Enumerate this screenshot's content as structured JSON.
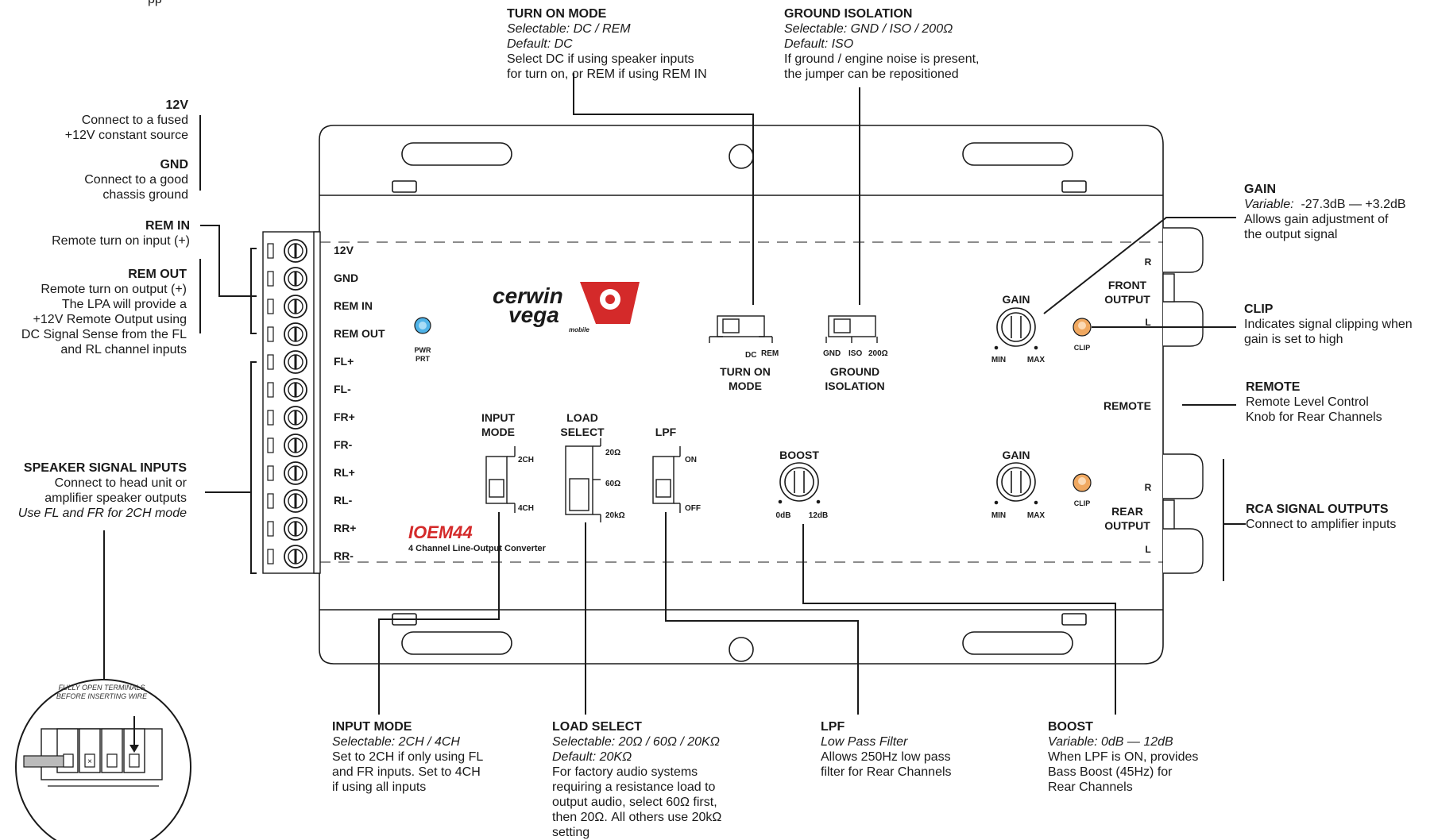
{
  "top_left_fragment": "pp",
  "callouts": {
    "turn_on_mode": {
      "title": "TURN ON MODE",
      "lines_italic": [
        "Selectable: DC / REM",
        "Default: DC"
      ],
      "lines": [
        "Select DC if using speaker inputs",
        "for turn on, or REM if using REM IN"
      ]
    },
    "ground_isolation": {
      "title": "GROUND ISOLATION",
      "lines_italic": [
        "Selectable: GND / ISO / 200Ω",
        "Default: ISO"
      ],
      "lines": [
        "If ground / engine noise is present,",
        "the jumper can be repositioned"
      ]
    },
    "v12": {
      "title": "12V",
      "lines": [
        "Connect to a fused",
        "+12V constant source"
      ]
    },
    "gnd": {
      "title": "GND",
      "lines": [
        "Connect to a good",
        "chassis ground"
      ]
    },
    "rem_in": {
      "title": "REM IN",
      "lines": [
        "Remote turn on input (+)"
      ]
    },
    "rem_out": {
      "title": "REM OUT",
      "lines": [
        "Remote turn on output (+)",
        "The LPA will provide a",
        "+12V Remote Output using",
        "DC Signal Sense from the FL",
        "and RL channel inputs"
      ]
    },
    "speaker_inputs": {
      "title": "SPEAKER SIGNAL INPUTS",
      "lines": [
        "Connect to head unit or",
        "amplifier speaker outputs"
      ],
      "lines_italic": [
        "Use FL and FR for 2CH mode"
      ]
    },
    "gain": {
      "title": "GAIN",
      "italic_prefix": "Variable:",
      "value": "-27.3dB — +3.2dB",
      "lines": [
        "Allows gain adjustment of",
        "the output signal"
      ]
    },
    "clip": {
      "title": "CLIP",
      "lines": [
        "Indicates signal clipping when",
        "gain is set to high"
      ]
    },
    "remote": {
      "title": "REMOTE",
      "lines": [
        "Remote Level Control",
        "Knob for Rear Channels"
      ]
    },
    "rca_outputs": {
      "title": "RCA SIGNAL OUTPUTS",
      "lines": [
        "Connect to amplifier inputs"
      ]
    },
    "input_mode": {
      "title": "INPUT MODE",
      "lines_italic": [
        "Selectable: 2CH / 4CH"
      ],
      "lines": [
        "Set to 2CH if only using FL",
        "and FR inputs. Set to 4CH",
        "if using all inputs"
      ]
    },
    "load_select": {
      "title": "LOAD SELECT",
      "lines_italic": [
        "Selectable: 20Ω / 60Ω / 20KΩ",
        "Default: 20KΩ"
      ],
      "lines": [
        "For factory audio systems",
        "requiring a resistance load to",
        "output audio, select 60Ω first,",
        "then 20Ω. All others use 20kΩ",
        "setting"
      ]
    },
    "lpf": {
      "title": "LPF",
      "lines_italic": [
        "Low Pass Filter"
      ],
      "lines": [
        "Allows 250Hz low pass",
        "filter for Rear Channels"
      ]
    },
    "boost": {
      "title": "BOOST",
      "lines_italic": [
        "Variable: 0dB — 12dB"
      ],
      "lines": [
        "When LPF is ON, provides",
        "Bass Boost (45Hz) for",
        "Rear Channels"
      ]
    }
  },
  "inset": {
    "note_line1": "FULLY OPEN TERMINALS",
    "note_line2": "BEFORE INSERTING WIRE"
  },
  "device": {
    "brand_line1": "cerwin",
    "brand_line2": "vega",
    "brand_sub": "mobile",
    "model": "IOEM44",
    "model_desc": "4 Channel Line-Output Converter",
    "pwr_label1": "PWR",
    "pwr_label2": "PRT",
    "terminals": [
      "12V",
      "GND",
      "REM IN",
      "REM OUT",
      "FL+",
      "FL-",
      "FR+",
      "FR-",
      "RL+",
      "RL-",
      "RR+",
      "RR-"
    ],
    "turn_on": {
      "opt1": "DC",
      "opt2": "REM",
      "label1": "TURN ON",
      "label2": "MODE"
    },
    "ground": {
      "opt1": "GND",
      "opt2": "ISO",
      "opt3": "200Ω",
      "label1": "GROUND",
      "label2": "ISOLATION"
    },
    "input_mode": {
      "label1": "INPUT",
      "label2": "MODE",
      "opt1": "2CH",
      "opt2": "4CH"
    },
    "load_select": {
      "label1": "LOAD",
      "label2": "SELECT",
      "opt1": "20Ω",
      "opt2": "60Ω",
      "opt3": "20kΩ"
    },
    "lpf": {
      "label": "LPF",
      "opt1": "ON",
      "opt2": "OFF"
    },
    "boost": {
      "label": "BOOST",
      "min": "0dB",
      "max": "12dB"
    },
    "gain_front": {
      "label": "GAIN",
      "min": "MIN",
      "max": "MAX"
    },
    "gain_rear": {
      "label": "GAIN",
      "min": "MIN",
      "max": "MAX"
    },
    "clip_label": "CLIP",
    "front_output": {
      "line1": "FRONT",
      "line2": "OUTPUT",
      "r": "R",
      "l": "L"
    },
    "rear_output": {
      "line1": "REAR",
      "line2": "OUTPUT",
      "r": "R",
      "l": "L"
    },
    "remote_label": "REMOTE"
  },
  "colors": {
    "pwr_led": "#4fb3e8",
    "clip_led": "#f0a860",
    "brand_red": "#d42a2a"
  }
}
